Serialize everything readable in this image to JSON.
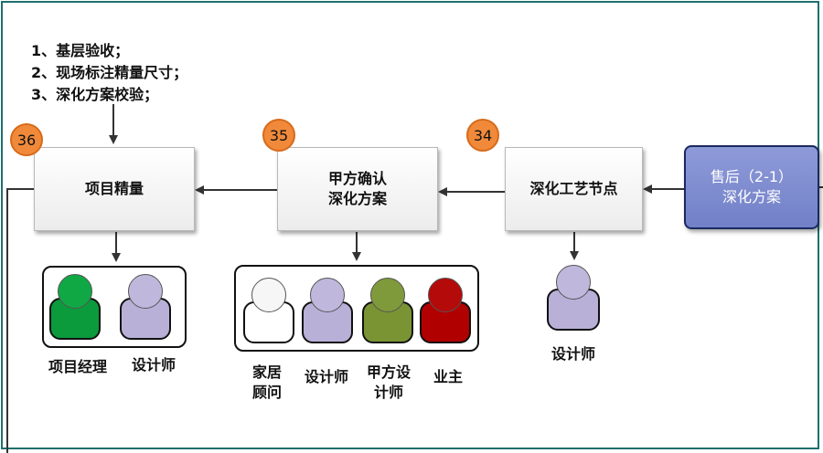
{
  "notes": [
    "1、基层验收；",
    "2、现场标注精量尺寸；",
    "3、深化方案校验；"
  ],
  "nodes": {
    "n36": {
      "badge": "36",
      "line1": "项目精量",
      "line2": ""
    },
    "n35": {
      "badge": "35",
      "line1": "甲方确认",
      "line2": "深化方案"
    },
    "n34": {
      "badge": "34",
      "line1": "深化工艺节点",
      "line2": ""
    },
    "after_sales": {
      "line1": "售后（2-1）",
      "line2": "深化方案"
    }
  },
  "roles": {
    "project_manager": {
      "label": "项目经理",
      "color": "#0b9a3c",
      "head_color": "#10a845"
    },
    "designer": {
      "label": "设计师",
      "color": "#b9b0d8",
      "head_color": "#c0b8dc"
    },
    "home_consultant": {
      "label": "家居\n顾问",
      "color": "#ffffff",
      "head_color": "#f6f6f6"
    },
    "client_designer": {
      "label": "甲方设\n计师",
      "color": "#7a9434",
      "head_color": "#7f9a3a"
    },
    "owner": {
      "label": "业主",
      "color": "#b00000",
      "head_color": "#b50a0a"
    }
  },
  "colors": {
    "badge": "#f08a3a",
    "after_sales_fill": "#7f8cd0",
    "frame": "#1f6f6f"
  }
}
